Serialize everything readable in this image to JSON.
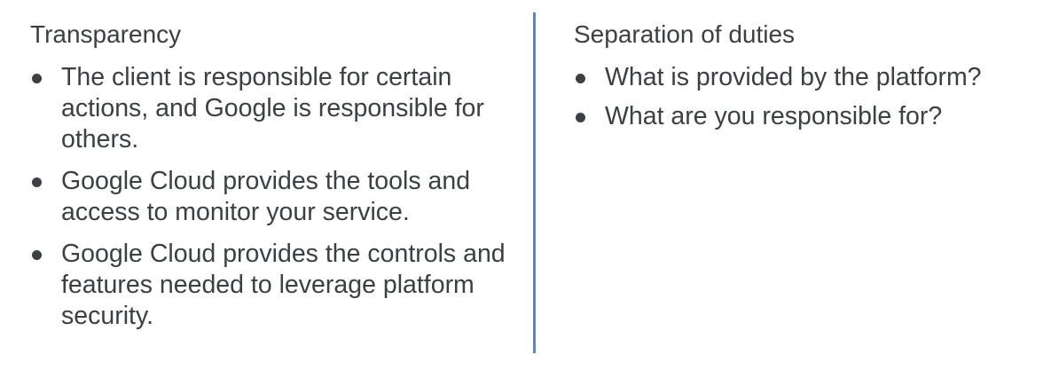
{
  "left": {
    "heading": "Transparency",
    "bullets": [
      "The client is responsible for certain actions, and Google is responsible for others.",
      "Google Cloud provides the tools and access to monitor your service.",
      "Google Cloud provides the controls and features needed to leverage platform security."
    ]
  },
  "right": {
    "heading": "Separation of duties",
    "bullets": [
      "What is provided by the platform?",
      "What are you responsible for?"
    ]
  },
  "colors": {
    "divider": "#4a86e8",
    "text": "#3c4043"
  }
}
